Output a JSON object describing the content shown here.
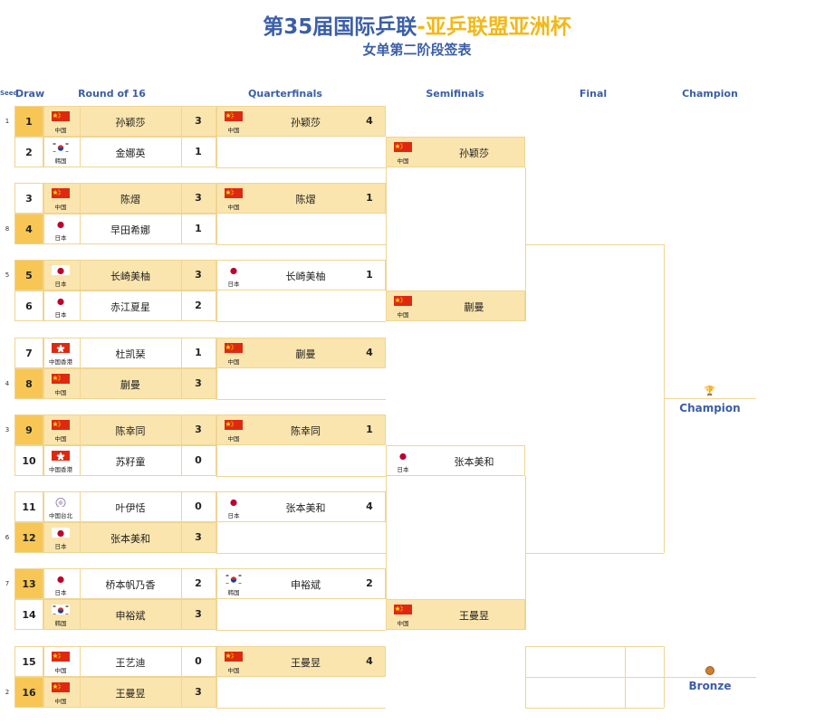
{
  "title_part1": "第35届国际乒联",
  "title_part2": "-亚乒联盟亚洲杯",
  "subtitle": "女单第二阶段签表",
  "headers": {
    "seed": "Seed",
    "draw": "Draw",
    "r16": "Round of 16",
    "qf": "Quarterfinals",
    "sf": "Semifinals",
    "final": "Final",
    "champion": "Champion"
  },
  "r16": [
    {
      "seed": "1",
      "draw": "1",
      "country": "中国",
      "flag": "china",
      "name": "孙颖莎",
      "score": "3",
      "win": true,
      "seeded": true
    },
    {
      "seed": "",
      "draw": "2",
      "country": "韩国",
      "flag": "korea",
      "name": "金娜英",
      "score": "1",
      "win": false,
      "seeded": false
    },
    {
      "seed": "",
      "draw": "3",
      "country": "中国",
      "flag": "china",
      "name": "陈熠",
      "score": "3",
      "win": true,
      "seeded": false
    },
    {
      "seed": "8",
      "draw": "4",
      "country": "日本",
      "flag": "japan",
      "name": "早田希娜",
      "score": "1",
      "win": false,
      "seeded": true
    },
    {
      "seed": "5",
      "draw": "5",
      "country": "日本",
      "flag": "japan",
      "name": "长崎美柚",
      "score": "3",
      "win": true,
      "seeded": true
    },
    {
      "seed": "",
      "draw": "6",
      "country": "日本",
      "flag": "japan",
      "name": "赤江夏星",
      "score": "2",
      "win": false,
      "seeded": false
    },
    {
      "seed": "",
      "draw": "7",
      "country": "中国香港",
      "flag": "hongkong",
      "name": "杜凯琹",
      "score": "1",
      "win": false,
      "seeded": false
    },
    {
      "seed": "4",
      "draw": "8",
      "country": "中国",
      "flag": "china",
      "name": "蒯曼",
      "score": "3",
      "win": true,
      "seeded": true
    },
    {
      "seed": "3",
      "draw": "9",
      "country": "中国",
      "flag": "china",
      "name": "陈幸同",
      "score": "3",
      "win": true,
      "seeded": true
    },
    {
      "seed": "",
      "draw": "10",
      "country": "中国香港",
      "flag": "hongkong",
      "name": "苏籽童",
      "score": "0",
      "win": false,
      "seeded": false
    },
    {
      "seed": "",
      "draw": "11",
      "country": "中国台北",
      "flag": "taipei",
      "name": "叶伊恬",
      "score": "0",
      "win": false,
      "seeded": false
    },
    {
      "seed": "6",
      "draw": "12",
      "country": "日本",
      "flag": "japan",
      "name": "张本美和",
      "score": "3",
      "win": true,
      "seeded": true
    },
    {
      "seed": "7",
      "draw": "13",
      "country": "日本",
      "flag": "japan",
      "name": "桥本帆乃香",
      "score": "2",
      "win": false,
      "seeded": true
    },
    {
      "seed": "",
      "draw": "14",
      "country": "韩国",
      "flag": "korea",
      "name": "申裕斌",
      "score": "3",
      "win": true,
      "seeded": false
    },
    {
      "seed": "",
      "draw": "15",
      "country": "中国",
      "flag": "china",
      "name": "王艺迪",
      "score": "0",
      "win": false,
      "seeded": false
    },
    {
      "seed": "2",
      "draw": "16",
      "country": "中国",
      "flag": "china",
      "name": "王曼昱",
      "score": "3",
      "win": true,
      "seeded": true
    }
  ],
  "qf": [
    {
      "country": "中国",
      "flag": "china",
      "name": "孙颖莎",
      "score": "4",
      "win": true
    },
    {
      "country": "中国",
      "flag": "china",
      "name": "陈熠",
      "score": "1",
      "win": true
    },
    {
      "country": "日本",
      "flag": "japan",
      "name": "长崎美柚",
      "score": "1",
      "win": false
    },
    {
      "country": "中国",
      "flag": "china",
      "name": "蒯曼",
      "score": "4",
      "win": true
    },
    {
      "country": "中国",
      "flag": "china",
      "name": "陈幸同",
      "score": "1",
      "win": true
    },
    {
      "country": "日本",
      "flag": "japan",
      "name": "张本美和",
      "score": "4",
      "win": false
    },
    {
      "country": "韩国",
      "flag": "korea",
      "name": "申裕斌",
      "score": "2",
      "win": false
    },
    {
      "country": "中国",
      "flag": "china",
      "name": "王曼昱",
      "score": "4",
      "win": true
    }
  ],
  "sf": [
    {
      "country": "中国",
      "flag": "china",
      "name": "孙颖莎",
      "win": true
    },
    {
      "country": "中国",
      "flag": "china",
      "name": "蒯曼",
      "win": true
    },
    {
      "country": "日本",
      "flag": "japan",
      "name": "张本美和",
      "win": false
    },
    {
      "country": "中国",
      "flag": "china",
      "name": "王曼昱",
      "win": true
    }
  ],
  "champion_label": "Champion",
  "bronze_label": "Bronze",
  "colors": {
    "blue": "#3b5ea7",
    "gold": "#f2b81b",
    "highlight": "#fbe5ae",
    "dark_highlight": "#f7c654",
    "border": "#f0d492"
  }
}
